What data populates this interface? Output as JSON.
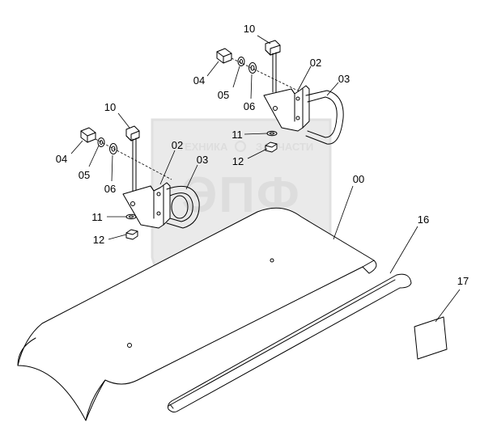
{
  "watermark": {
    "brand_left": "ТЕХНИКА",
    "brand_right": "ЗАПЧАСТИ",
    "logo_letters": "ЭПФ"
  },
  "callouts": {
    "c_10_top": "10",
    "c_02_top": "02",
    "c_03_top": "03",
    "c_04_top": "04",
    "c_05_top": "05",
    "c_06_top": "06",
    "c_11_top": "11",
    "c_12_top": "12",
    "c_10_left": "10",
    "c_04_left": "04",
    "c_05_left": "05",
    "c_06_left": "06",
    "c_02_left": "02",
    "c_03_left": "03",
    "c_11_left": "11",
    "c_12_left": "12",
    "c_00": "00",
    "c_16": "16",
    "c_17": "17"
  }
}
